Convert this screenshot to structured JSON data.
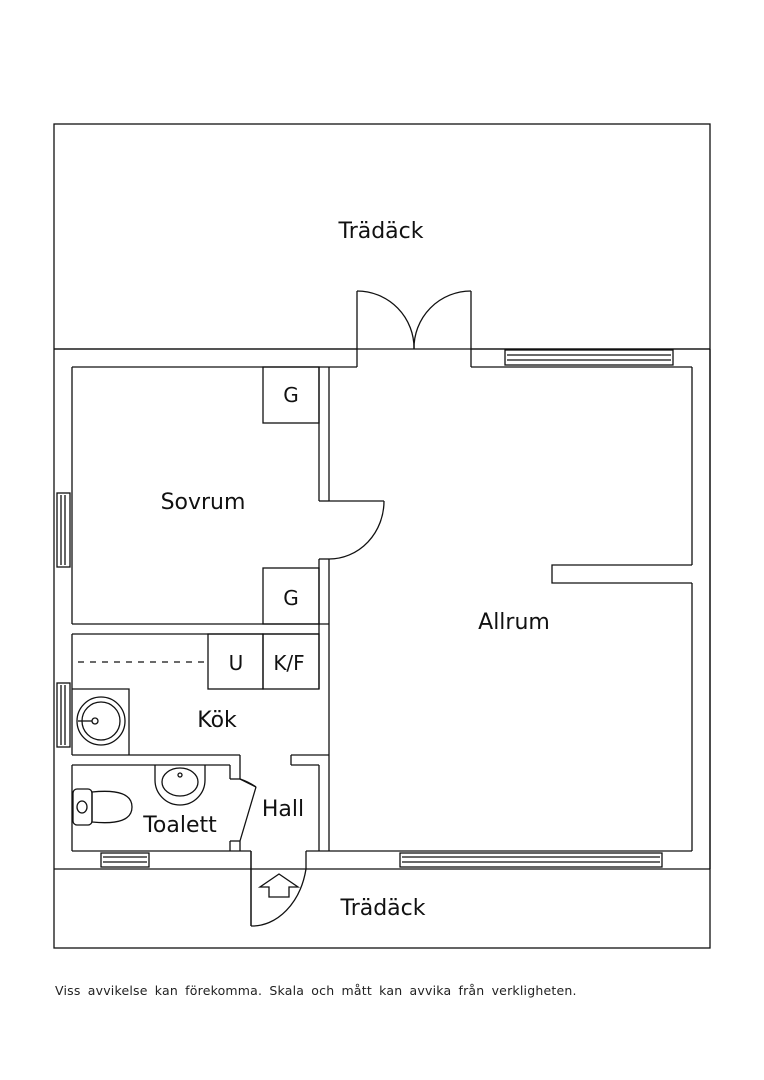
{
  "rooms": {
    "deck_top": "Trädäck",
    "deck_bottom": "Trädäck",
    "bedroom": "Sovrum",
    "living": "Allrum",
    "kitchen": "Kök",
    "hall": "Hall",
    "toilet": "Toalett"
  },
  "fixtures": {
    "wardrobe_top": "G",
    "wardrobe_bottom": "G",
    "dishwasher": "U",
    "fridge_freezer": "K/F"
  },
  "disclaimer": "Viss avvikelse kan förekomma. Skala och mått kan avvika från verkligheten.",
  "colors": {
    "line": "#111111",
    "background": "#ffffff"
  }
}
